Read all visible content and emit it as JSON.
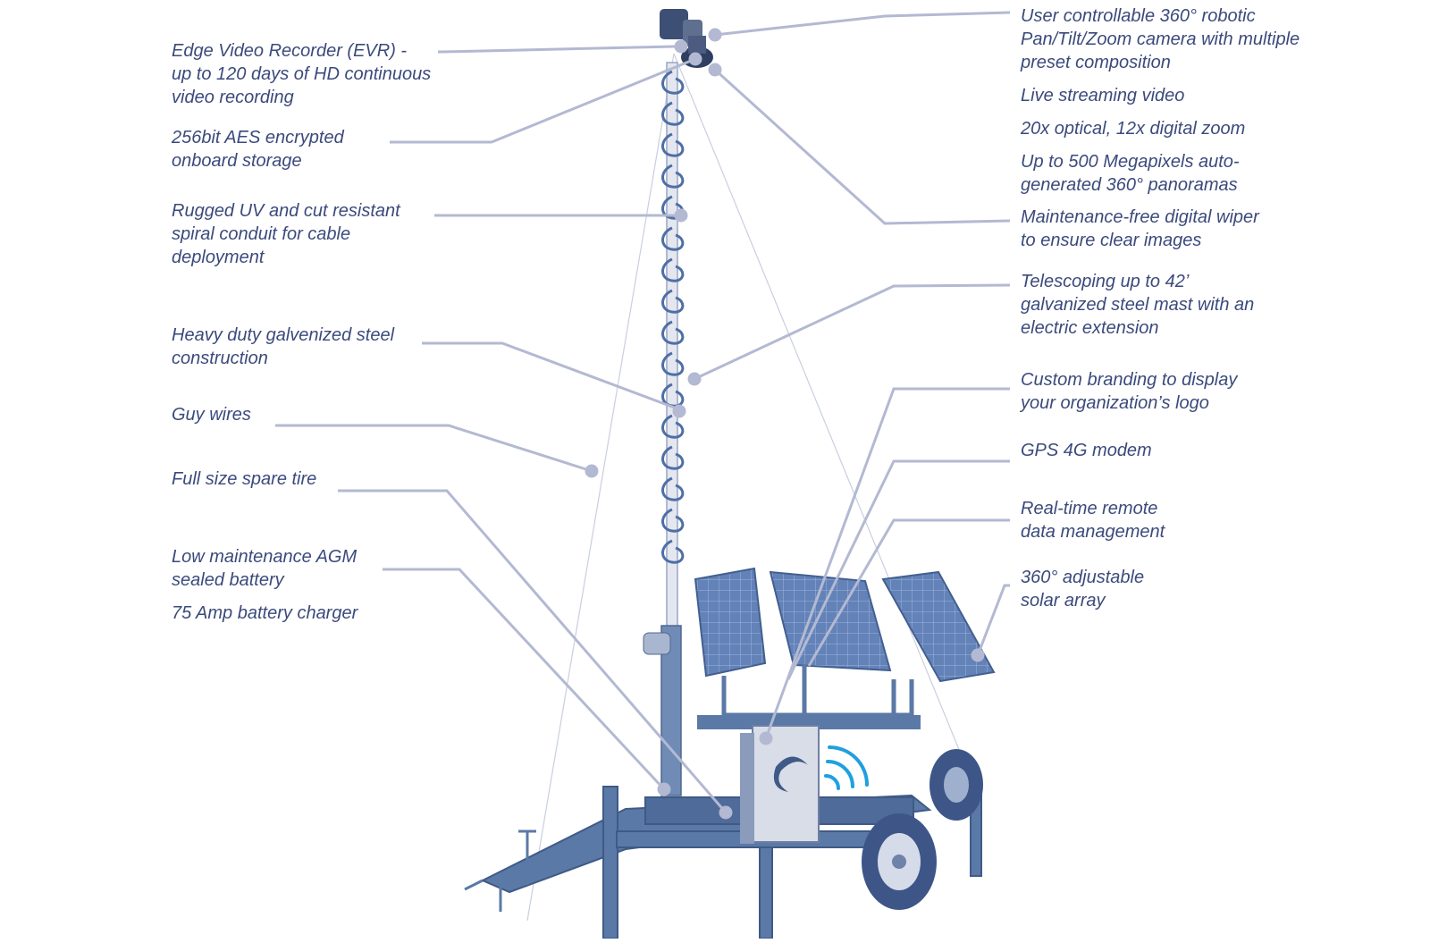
{
  "left_callouts": [
    {
      "id": "evr",
      "lines": [
        "Edge Video Recorder (EVR) -",
        "up to 120 days of HD continuous",
        "video recording"
      ]
    },
    {
      "id": "aes",
      "lines": [
        "256bit AES encrypted",
        "onboard storage"
      ]
    },
    {
      "id": "conduit",
      "lines": [
        "Rugged UV and cut resistant",
        "spiral conduit for cable",
        "deployment"
      ]
    },
    {
      "id": "steel",
      "lines": [
        "Heavy duty galvenized steel",
        "construction"
      ]
    },
    {
      "id": "guy",
      "lines": [
        "Guy wires"
      ]
    },
    {
      "id": "tire",
      "lines": [
        "Full size spare tire"
      ]
    },
    {
      "id": "battery",
      "lines": [
        "Low maintenance AGM",
        "sealed battery"
      ],
      "extra_lines": [
        "75 Amp battery charger"
      ]
    }
  ],
  "right_callouts": [
    {
      "id": "camera",
      "lines": [
        "User controllable 360° robotic",
        "Pan/Tilt/Zoom camera with multiple",
        "preset composition"
      ],
      "extra_groups": [
        [
          "Live streaming video"
        ],
        [
          "20x optical, 12x digital zoom"
        ],
        [
          "Up to 500 Megapixels auto-",
          "generated 360° panoramas"
        ]
      ]
    },
    {
      "id": "wiper",
      "lines": [
        "Maintenance-free digital wiper",
        "to ensure clear images"
      ]
    },
    {
      "id": "mast",
      "lines": [
        "Telescoping up to 42’",
        "galvanized steel mast with an",
        "electric extension"
      ]
    },
    {
      "id": "branding",
      "lines": [
        "Custom branding to display",
        "your organization’s logo"
      ]
    },
    {
      "id": "gps",
      "lines": [
        "GPS 4G modem"
      ]
    },
    {
      "id": "remote",
      "lines": [
        "Real-time remote",
        "data management"
      ]
    },
    {
      "id": "solar",
      "lines": [
        "360° adjustable",
        "solar array"
      ]
    }
  ],
  "colors": {
    "label_text": "#3b4a7c",
    "leader_line": "#b3b9d2",
    "equipment": "#5b79a6",
    "panel": "#5d7eb5",
    "wifi": "#1fa0e0"
  },
  "icons": {
    "logo": "company-logo-icon",
    "wifi": "wireless-signal-icon"
  }
}
